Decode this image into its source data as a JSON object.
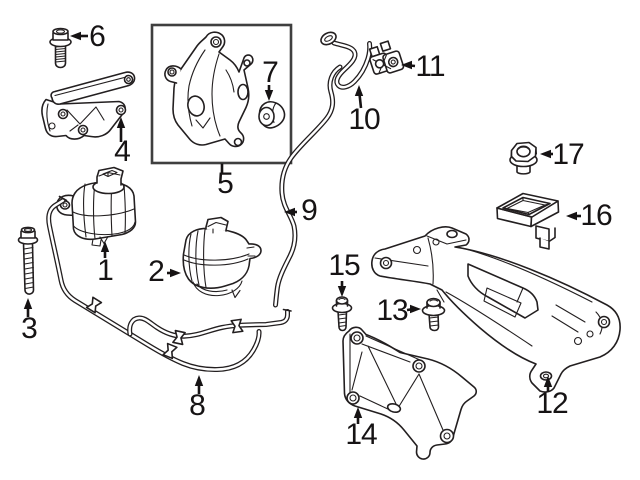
{
  "page": {
    "background": "#ffffff"
  },
  "diagram": {
    "line_color": "#231f20",
    "box_border_color": "#3f3f3f",
    "callouts": [
      {
        "label": "1"
      },
      {
        "label": "2"
      },
      {
        "label": "3"
      },
      {
        "label": "4"
      },
      {
        "label": "5"
      },
      {
        "label": "6"
      },
      {
        "label": "7"
      },
      {
        "label": "8"
      },
      {
        "label": "9"
      },
      {
        "label": "10"
      },
      {
        "label": "11"
      },
      {
        "label": "12"
      },
      {
        "label": "13"
      },
      {
        "label": "14"
      },
      {
        "label": "15"
      },
      {
        "label": "16"
      },
      {
        "label": "17"
      }
    ]
  }
}
